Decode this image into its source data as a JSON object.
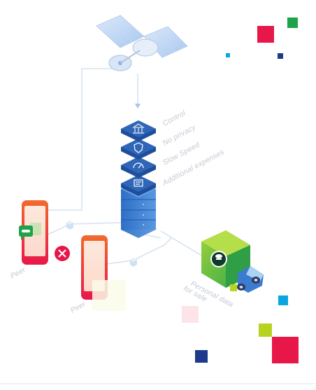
{
  "labels": {
    "stack": [
      "Control",
      "No privacy",
      "Slow Speed",
      "Additional expenses"
    ],
    "peer_left": "Peer",
    "peer_right": "Peer",
    "truck": [
      "Personal data",
      "for sale"
    ]
  },
  "icons": [
    "bank-icon",
    "shield-icon",
    "speedometer-icon",
    "receipt-icon",
    "chat-bubble-icon",
    "close-icon",
    "spy-icon"
  ],
  "colors": {
    "blue_dark": "#1f4f9b",
    "blue_mid": "#3b7bd0",
    "blue_light": "#7fb0e8",
    "red": "#e8174a",
    "orange": "#f05a2a",
    "green": "#1fa34a",
    "lime": "#b9d21f",
    "cyan": "#0aa6e0",
    "navy": "#1e3a8a",
    "line": "#d6e2ef"
  }
}
